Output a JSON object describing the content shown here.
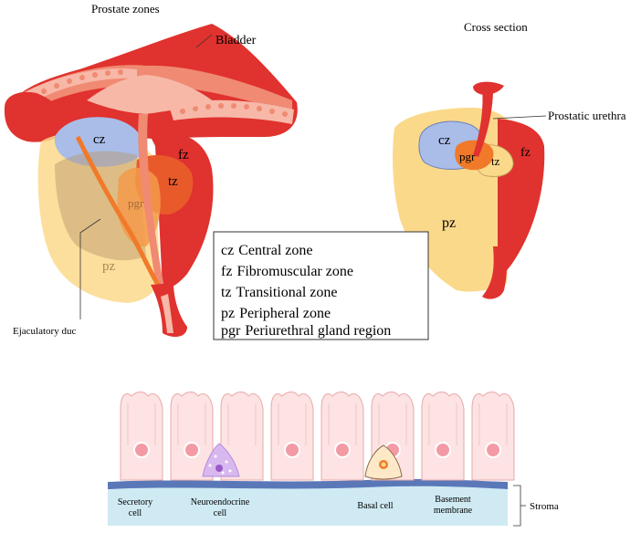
{
  "titles": {
    "zones": "Prostate zones",
    "cross_section": "Cross section"
  },
  "labels": {
    "bladder": "Bladder",
    "prostatic_urethra": "Prostatic urethra",
    "ejaculatory_duct": "Ejaculatory duc",
    "stroma": "Stroma"
  },
  "zone_abbrev": {
    "cz": "cz",
    "fz": "fz",
    "tz": "tz",
    "pgr": "pgr",
    "pz": "pz"
  },
  "legend": {
    "items": [
      {
        "abbr": "cz",
        "text": "Central zone"
      },
      {
        "abbr": "fz",
        "text": "Fibromuscular zone"
      },
      {
        "abbr": "tz",
        "text": "Transitional zone"
      },
      {
        "abbr": "pz",
        "text": "Peripheral zone"
      },
      {
        "abbr": "pgr",
        "text": "Periurethral gland region"
      }
    ]
  },
  "epithelium": {
    "secretory_line1": "Secretory",
    "secretory_line2": "cell",
    "neuro_line1": "Neuroendocrine",
    "neuro_line2": "cell",
    "basal": "Basal cell",
    "basement_line1": "Basement",
    "basement_line2": "membrane"
  },
  "colors": {
    "red": "#e0322e",
    "dark_red": "#c41e1e",
    "salmon": "#f08a73",
    "pale_pink": "#f7b8a8",
    "pz_yellow": "#fbd98b",
    "cz_blue": "#a9bde8",
    "tz_orange": "#f07a2a",
    "pgr_orange": "#f39a4a",
    "cell_pink": "#fde3e3",
    "nucleus": "#f49aa5",
    "neuro_purple": "#d9b8f0",
    "membrane": "#5a78b8",
    "stroma": "#cfeaf3"
  }
}
